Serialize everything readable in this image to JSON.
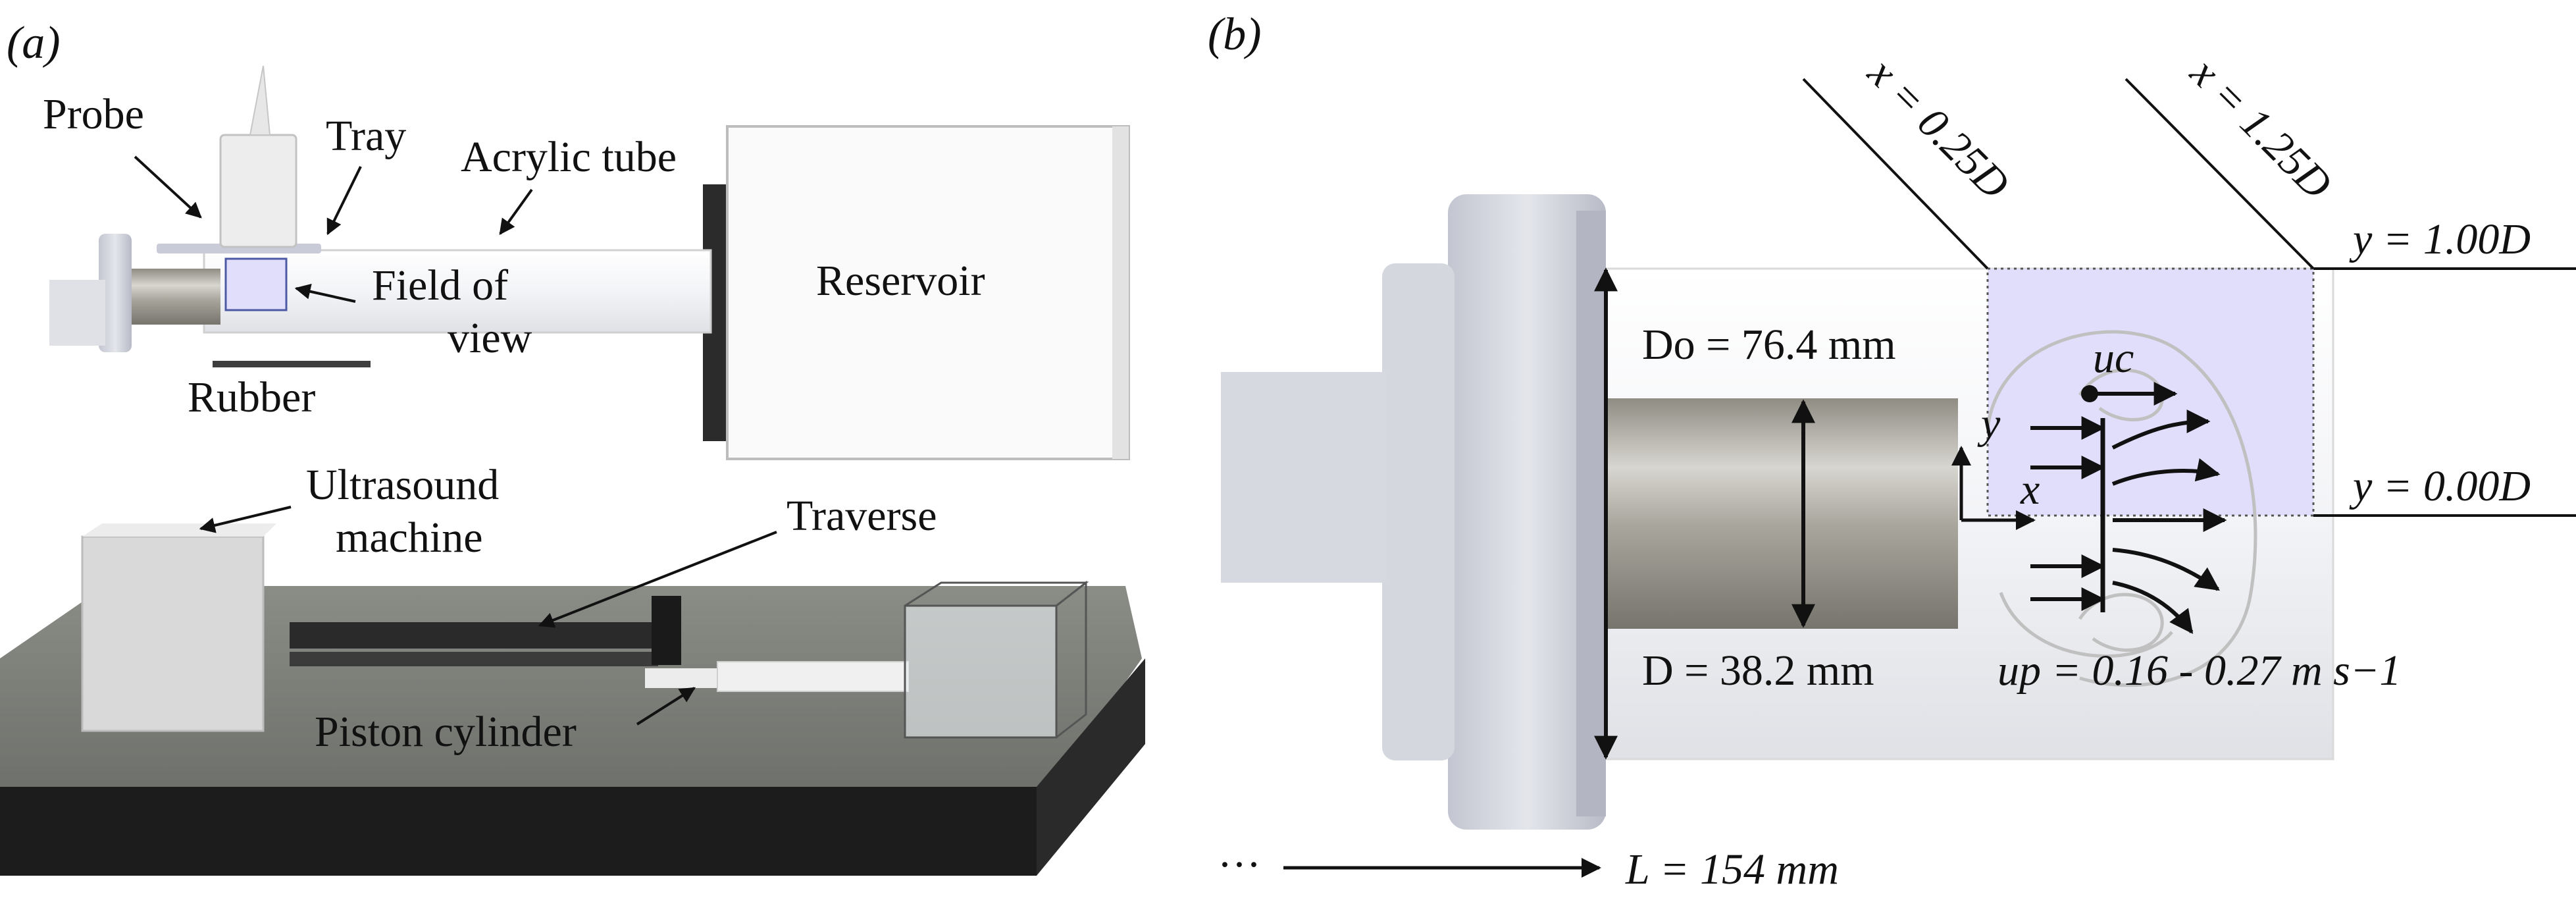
{
  "panel_a": {
    "tag": "(a)",
    "probe": "Probe",
    "tray": "Tray",
    "acrylic_tube": "Acrylic tube",
    "field_of_view_1": "Field of",
    "field_of_view_2": "view",
    "reservoir": "Reservoir",
    "rubber": "Rubber",
    "ultrasound_1": "Ultrasound",
    "ultrasound_2": "machine",
    "traverse": "Traverse",
    "piston_cylinder": "Piston cylinder"
  },
  "panel_b": {
    "tag": "(b)",
    "x_lo": "x = 0.25D",
    "x_hi": "x = 1.25D",
    "y_hi": "y = 1.00D",
    "y_lo": "y = 0.00D",
    "do_label": "Do = 76.4 mm",
    "d_label": "D = 38.2 mm",
    "uc": "uc",
    "up_label": "up = 0.16 - 0.27 m s−1",
    "axis_y": "y",
    "axis_x": "x",
    "length_label": "L = 154 mm",
    "ellipsis": "···"
  },
  "colors": {
    "fov_fill": "#e0defa",
    "tube_body": "#f6f7fa",
    "flange": "#c9ccd6",
    "table_top": "#7b7d78",
    "table_side": "#1c1c1c",
    "inner_cylinder": "#b3b0a8",
    "vortex_lines": "#c0c0c0"
  }
}
